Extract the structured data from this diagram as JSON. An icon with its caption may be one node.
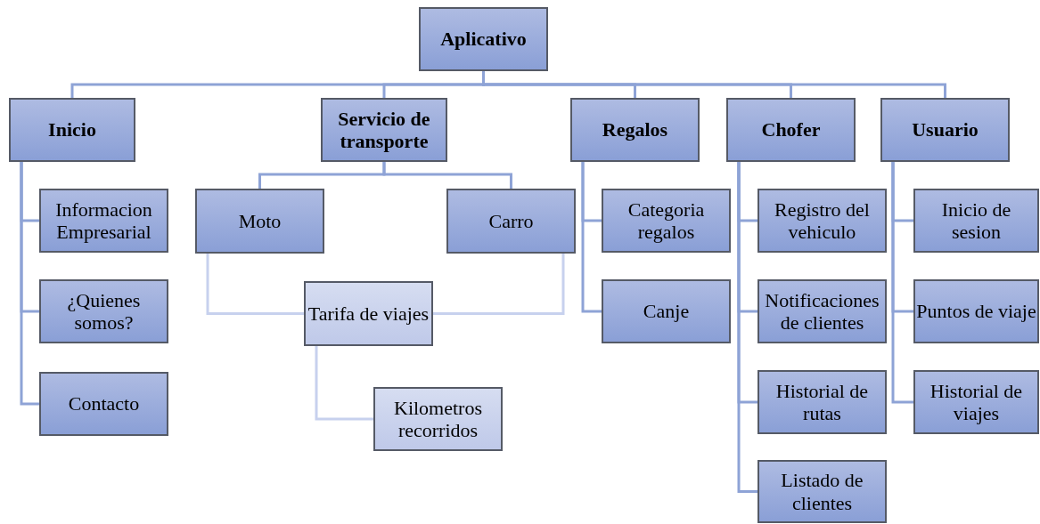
{
  "diagram": {
    "nodes": [
      {
        "text": [
          "Aplicativo"
        ]
      },
      {
        "text": [
          "Inicio"
        ]
      },
      {
        "text": [
          "Servicio de transporte"
        ]
      },
      {
        "text": [
          "Regalos"
        ]
      },
      {
        "text": [
          "Chofer"
        ]
      },
      {
        "text": [
          "Usuario"
        ]
      },
      {
        "text": [
          "Informacion Empresarial"
        ]
      },
      {
        "text": [
          "¿Quienes somos?"
        ]
      },
      {
        "text": [
          "Contacto"
        ]
      },
      {
        "text": [
          "Moto"
        ]
      },
      {
        "text": [
          "Carro"
        ]
      },
      {
        "text": [
          "Tarifa de viajes"
        ]
      },
      {
        "text": [
          "Kilometros recorridos"
        ]
      },
      {
        "text": [
          "Categoria regalos"
        ]
      },
      {
        "text": [
          "Canje"
        ]
      },
      {
        "text": [
          "Registro del vehiculo"
        ]
      },
      {
        "text": [
          "Notificaciones de clientes"
        ]
      },
      {
        "text": [
          "Historial de rutas"
        ]
      },
      {
        "text": [
          "Listado de clientes"
        ]
      },
      {
        "text": [
          "Inicio de sesion"
        ]
      },
      {
        "text": [
          "Puntos de viaje"
        ]
      },
      {
        "text": [
          "Historial de viajes"
        ]
      }
    ],
    "edges": [
      {
        "from": 0,
        "to": 1,
        "arrow": "none"
      },
      {
        "from": 0,
        "to": 2,
        "arrow": "none"
      },
      {
        "from": 0,
        "to": 3,
        "arrow": "none"
      },
      {
        "from": 0,
        "to": 4,
        "arrow": "none"
      },
      {
        "from": 0,
        "to": 5,
        "arrow": "none"
      },
      {
        "from": 1,
        "to": 6,
        "arrow": "none"
      },
      {
        "from": 1,
        "to": 7,
        "arrow": "none"
      },
      {
        "from": 1,
        "to": 8,
        "arrow": "none"
      },
      {
        "from": 2,
        "to": 9,
        "arrow": "none"
      },
      {
        "from": 2,
        "to": 10,
        "arrow": "none"
      },
      {
        "from": 9,
        "to": 11,
        "arrow": "none",
        "color": "#c7d1ee"
      },
      {
        "from": 10,
        "to": 11,
        "arrow": "none",
        "color": "#c7d1ee"
      },
      {
        "from": 11,
        "to": 12,
        "arrow": "none",
        "color": "#c7d1ee"
      },
      {
        "from": 3,
        "to": 13,
        "arrow": "none"
      },
      {
        "from": 3,
        "to": 14,
        "arrow": "none"
      },
      {
        "from": 4,
        "to": 15,
        "arrow": "none"
      },
      {
        "from": 4,
        "to": 16,
        "arrow": "none"
      },
      {
        "from": 4,
        "to": 17,
        "arrow": "none"
      },
      {
        "from": 4,
        "to": 18,
        "arrow": "none"
      },
      {
        "from": 5,
        "to": 19,
        "arrow": "none"
      },
      {
        "from": 5,
        "to": 20,
        "arrow": "none"
      },
      {
        "from": 5,
        "to": 21,
        "arrow": "none"
      }
    ]
  }
}
